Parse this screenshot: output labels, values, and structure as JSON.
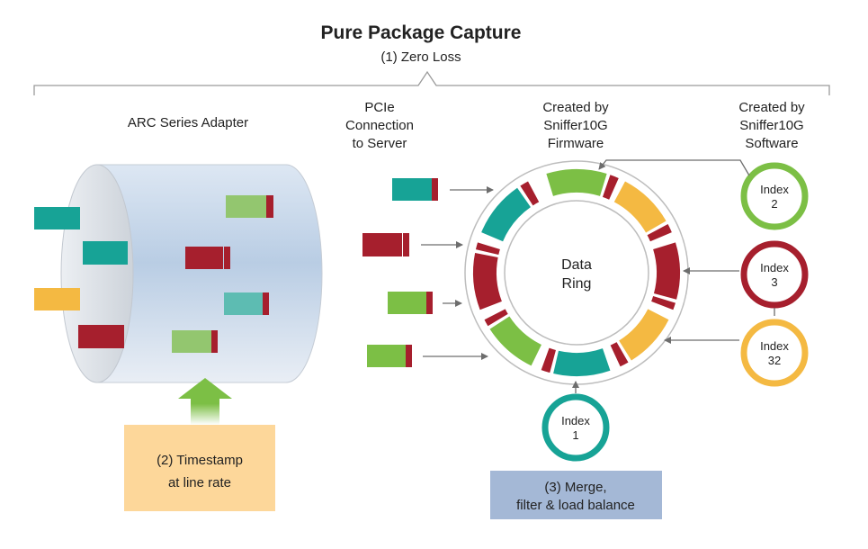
{
  "title": "Pure Package Capture",
  "subtitle": "(1) Zero Loss",
  "headers": {
    "adapter": "ARC Series Adapter",
    "pcie": [
      "PCIe",
      "Connection",
      "to Server"
    ],
    "firmware": [
      "Created by",
      "Sniffer10G",
      "Firmware"
    ],
    "software": [
      "Created by",
      "Sniffer10G",
      "Software"
    ]
  },
  "ring": {
    "label": [
      "Data",
      "Ring"
    ]
  },
  "indexes": [
    {
      "label": "Index",
      "num": "2",
      "color": "#7cbf45"
    },
    {
      "label": "Index",
      "num": "3",
      "color": "#a61f2d"
    },
    {
      "label": "Index",
      "num": "32",
      "color": "#f4b942"
    },
    {
      "label": "Index",
      "num": "1",
      "color": "#17a396"
    }
  ],
  "notes": {
    "timestamp": [
      "(2) Timestamp",
      "at line rate"
    ],
    "merge": [
      "(3) Merge,",
      "filter & load balance"
    ]
  },
  "colors": {
    "teal": "#17a396",
    "red": "#a61f2d",
    "green": "#7cbf45",
    "yellow": "#f4b942",
    "timestamp_box": "#fdd79a",
    "merge_box": "#a4b8d6",
    "arrow_green": "#7cbf45"
  }
}
